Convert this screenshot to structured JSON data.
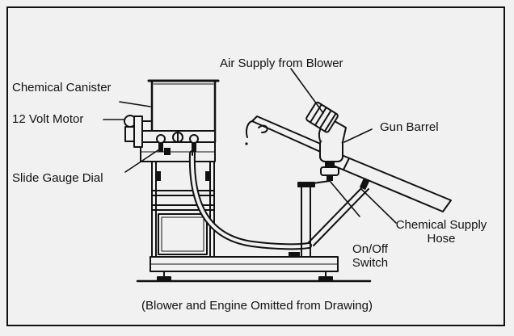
{
  "labels": {
    "chemical_canister": "Chemical Canister",
    "motor": "12 Volt Motor",
    "slide_gauge": "Slide Gauge Dial",
    "air_supply": "Air Supply from Blower",
    "gun_barrel": "Gun Barrel",
    "chemical_supply_line1": "Chemical Supply",
    "chemical_supply_line2": "Hose",
    "onoff_line1": "On/Off",
    "onoff_line2": "Switch"
  },
  "caption": "(Blower and Engine Omitted from Drawing)"
}
